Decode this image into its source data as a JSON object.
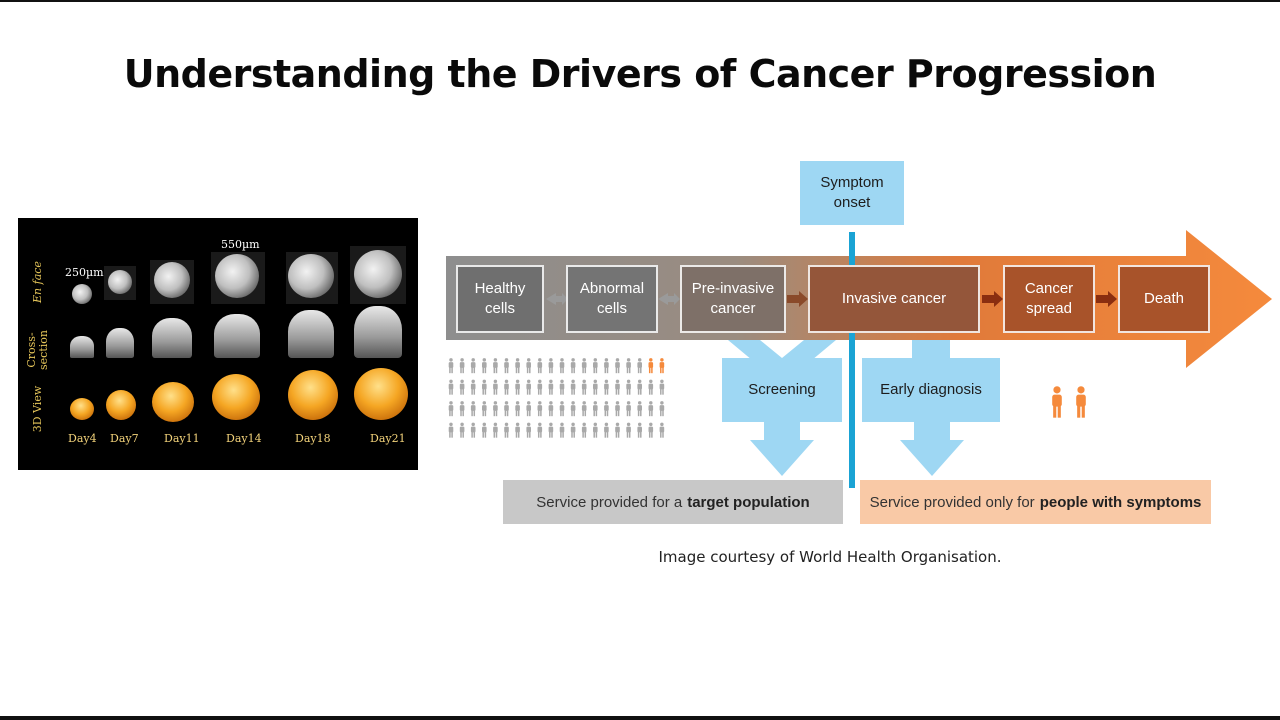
{
  "slide": {
    "title": "Understanding the Drivers of Cancer Progression",
    "caption": "Image courtesy of World Health Organisation."
  },
  "micrograph": {
    "row_labels": [
      "En face",
      "Cross-section",
      "3D View"
    ],
    "scale_labels": [
      "250µm",
      "550µm"
    ],
    "days": [
      "Day4",
      "Day7",
      "Day11",
      "Day14",
      "Day18",
      "Day21"
    ]
  },
  "diagram": {
    "symptom_onset": "Symptom onset",
    "stages": [
      {
        "label": "Healthy cells"
      },
      {
        "label": "Abnormal cells"
      },
      {
        "label": "Pre-invasive cancer"
      },
      {
        "label": "Invasive cancer"
      },
      {
        "label": "Cancer spread"
      },
      {
        "label": "Death"
      }
    ],
    "interventions": {
      "screening": "Screening",
      "early_diagnosis": "Early diagnosis"
    },
    "services": {
      "target_prefix": "Service provided for a",
      "target_bold": "target population",
      "symptoms_prefix": "Service provided only for",
      "symptoms_bold": "people with symptoms"
    },
    "people_grid": {
      "rows": 4,
      "cols": 20,
      "highlighted": 2
    },
    "people_symptomatic": 2,
    "colors": {
      "grey": "#7a7a7a",
      "brown": "#a0552a",
      "orange": "#f58a3c",
      "blue": "#9ed7f3",
      "line_blue": "#1aa3d4"
    }
  }
}
